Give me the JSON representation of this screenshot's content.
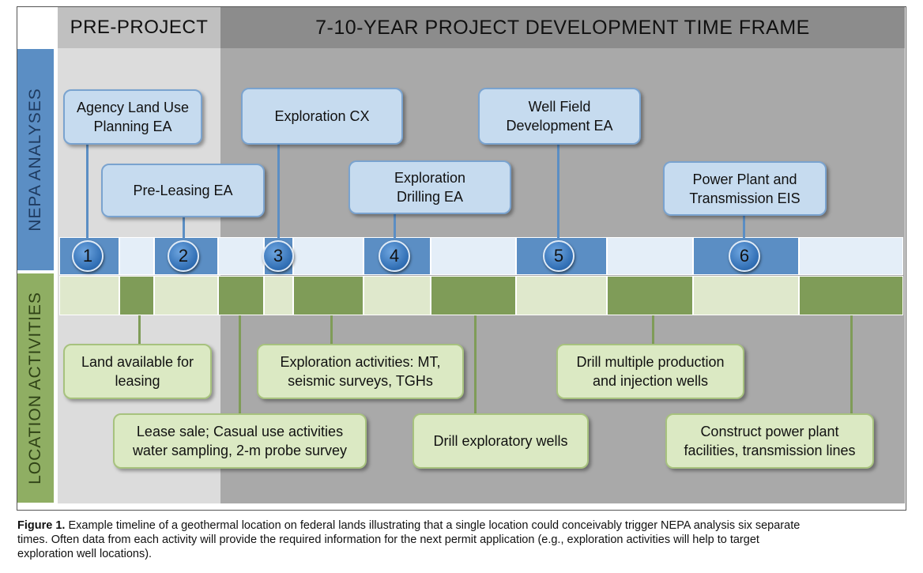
{
  "header": {
    "pre_project": "PRE-PROJECT",
    "main": "7-10-YEAR PROJECT DEVELOPMENT TIME FRAME"
  },
  "side_labels": {
    "nepa": "NEPA ANALYSES",
    "location": "LOCATION ACTIVITIES"
  },
  "nepa_boxes": [
    "Agency Land Use\nPlanning EA",
    "Pre-Leasing EA",
    "Exploration CX",
    "Exploration\nDrilling EA",
    "Well Field\nDevelopment EA",
    "Power Plant and\nTransmission EIS"
  ],
  "circles": [
    "1",
    "2",
    "3",
    "4",
    "5",
    "6"
  ],
  "activity_boxes": [
    "Land available for\nleasing",
    "Lease sale; Casual use activities\nwater sampling, 2-m probe survey",
    "Exploration activities: MT,\nseismic surveys, TGHs",
    "Drill exploratory wells",
    "Drill multiple production\nand injection wells",
    "Construct power plant\nfacilities, transmission lines"
  ],
  "colors": {
    "blue_dark": "#5b8ec4",
    "blue_light": "#e4eef8",
    "green_dark": "#7f9c58",
    "green_light": "#dfe8cc"
  },
  "caption": {
    "label": "Figure 1.",
    "text": "Example timeline of a geothermal location on federal lands illustrating that a single location could conceivably trigger NEPA analysis six separate times. Often data from each activity will provide the required information for the next permit application (e.g., exploration activities will help to target exploration well locations)."
  }
}
